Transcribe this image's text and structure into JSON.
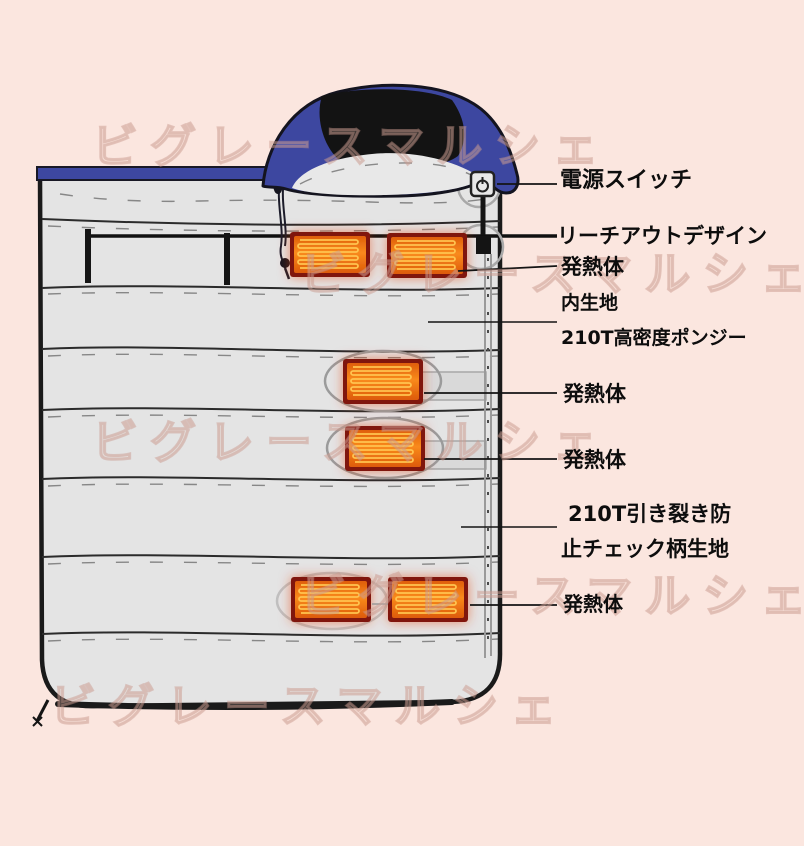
{
  "watermark": {
    "text": "ビグレースマルシェ"
  },
  "labels": {
    "power_switch": "電源スイッチ",
    "reach_out": "リーチアウトデザイン",
    "heater_top": "発熱体",
    "inner_fabric_line1": "内生地",
    "inner_fabric_line2": "210T高密度ポンジー",
    "heater_middle_1": "発熱体",
    "heater_middle_2": "発熱体",
    "outer_fabric_line1": "210T引き裂き防",
    "outer_fabric_line2": "止チェック柄生地",
    "heater_bottom": "発熱体"
  },
  "colors": {
    "background": "#fbe6df",
    "bag_fill": "#e4e4e4",
    "hood_blue": "#3d47a0",
    "hood_inner_black": "#131313",
    "heater_border": "#80150c",
    "heater_orange": "#f57f15",
    "heater_coil": "#ffc34f",
    "label_text": "#0d0d0d"
  }
}
